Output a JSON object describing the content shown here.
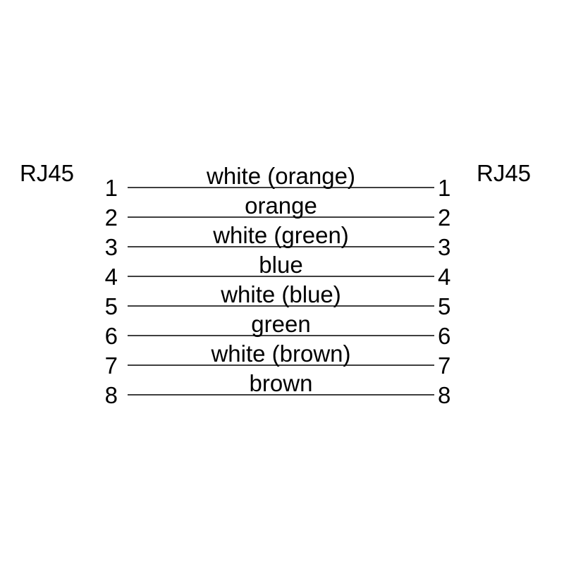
{
  "diagram": {
    "left_connector_label": "RJ45",
    "right_connector_label": "RJ45",
    "line_color": "#3f3f3f",
    "text_color": "#000000",
    "background_color": "#ffffff",
    "rows": [
      {
        "pin_left": "1",
        "wire_label": "white (orange)",
        "pin_right": "1"
      },
      {
        "pin_left": "2",
        "wire_label": "orange",
        "pin_right": "2"
      },
      {
        "pin_left": "3",
        "wire_label": "white (green)",
        "pin_right": "3"
      },
      {
        "pin_left": "4",
        "wire_label": "blue",
        "pin_right": "4"
      },
      {
        "pin_left": "5",
        "wire_label": "white (blue)",
        "pin_right": "5"
      },
      {
        "pin_left": "6",
        "wire_label": "green",
        "pin_right": "6"
      },
      {
        "pin_left": "7",
        "wire_label": "white (brown)",
        "pin_right": "7"
      },
      {
        "pin_left": "8",
        "wire_label": "brown",
        "pin_right": "8"
      }
    ]
  }
}
